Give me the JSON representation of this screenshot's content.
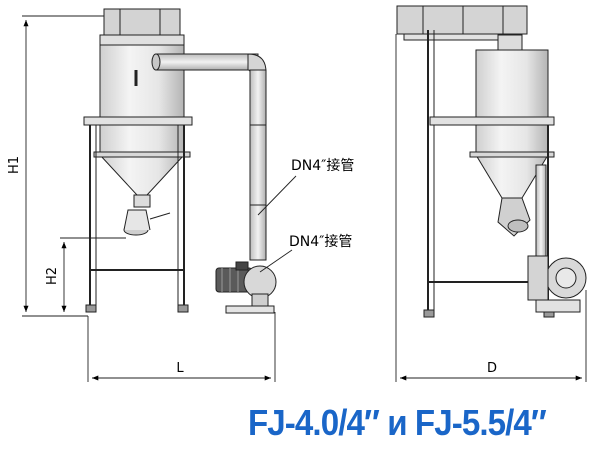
{
  "dimensions": {
    "h1": "H1",
    "h2": "H2",
    "l": "L",
    "d": "D"
  },
  "callouts": {
    "upper_pipe": "DN4″接管",
    "lower_pipe": "DN4″接管"
  },
  "title": {
    "text": "FJ-4.0/4″ и FJ-5.5/4″",
    "color": "#1a66c8"
  },
  "colors": {
    "line": "#222222",
    "hopper_fill": "#e9e9e9",
    "hopper_shade": "#bdbdbd",
    "top_box": "#d2d2d2"
  }
}
